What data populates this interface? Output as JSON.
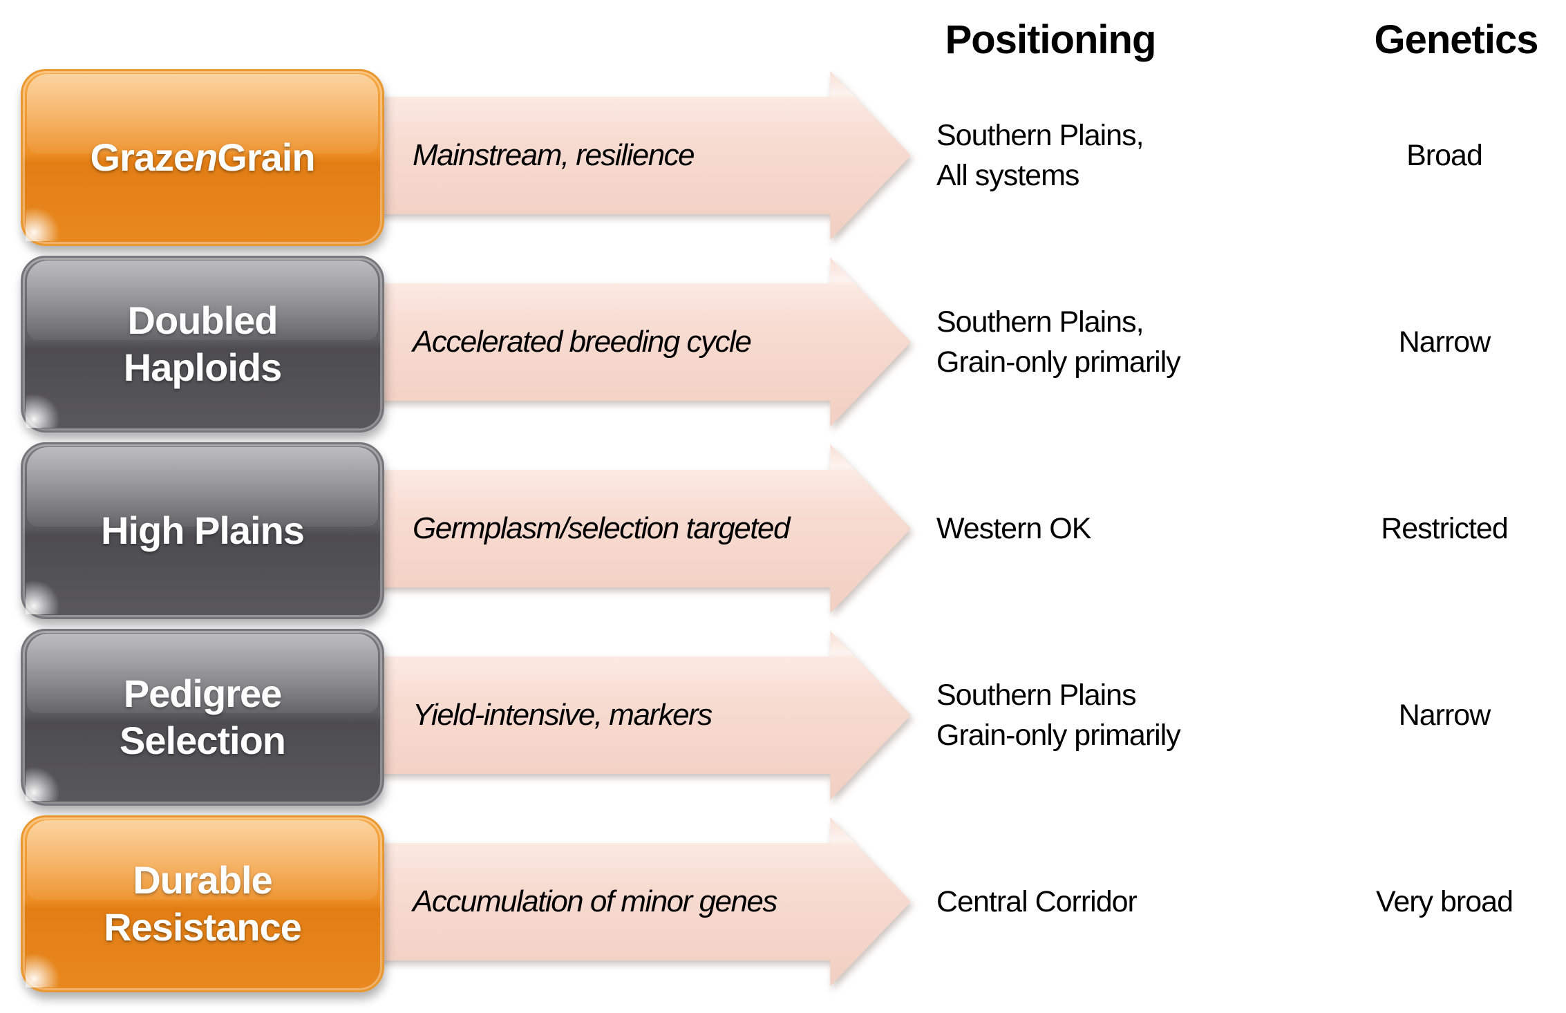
{
  "header": {
    "positioning": "Positioning",
    "genetics": "Genetics"
  },
  "rows": [
    {
      "box_label": "GrazenGrain",
      "box_label_parts": [
        "Graze",
        "n",
        "Grain"
      ],
      "variant": "orange",
      "arrow_text": "Mainstream, resilience",
      "positioning": "Southern Plains,\nAll systems",
      "genetics": "Broad"
    },
    {
      "box_label": "Doubled\nHaploids",
      "variant": "gray",
      "arrow_text": "Accelerated breeding cycle",
      "positioning": "Southern Plains,\nGrain-only primarily",
      "genetics": "Narrow"
    },
    {
      "box_label": "High Plains",
      "variant": "gray",
      "arrow_text": "Germplasm/selection targeted",
      "positioning": "Western OK",
      "genetics": "Restricted"
    },
    {
      "box_label": "Pedigree\nSelection",
      "variant": "gray",
      "arrow_text": "Yield-intensive, markers",
      "positioning": "Southern Plains\nGrain-only primarily",
      "genetics": "Narrow"
    },
    {
      "box_label": "Durable\nResistance",
      "variant": "orange",
      "arrow_text": "Accumulation of minor genes",
      "positioning": "Central Corridor",
      "genetics": "Very broad"
    }
  ],
  "colors": {
    "orange_box": "#ED8D22",
    "gray_box": "#5A595D",
    "arrow_fill": "#F6D8CD",
    "box_text": "#FFFFFF",
    "body_text": "#000000"
  }
}
